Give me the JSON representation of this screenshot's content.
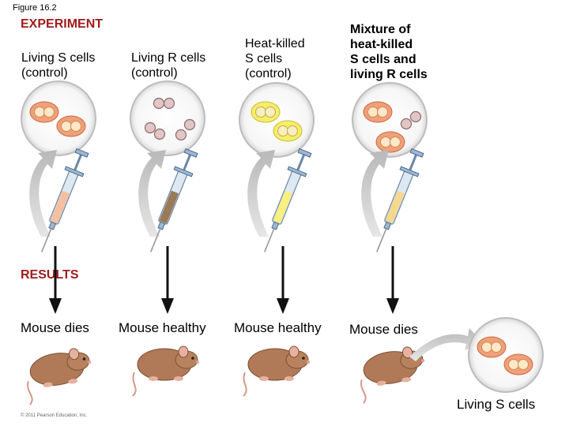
{
  "figure_label": "Figure 16.2",
  "experiment_heading": "EXPERIMENT",
  "results_heading": "RESULTS",
  "columns": [
    {
      "label_lines": [
        "Living S cells",
        "(control)"
      ],
      "result": "Mouse dies"
    },
    {
      "label_lines": [
        "Living R cells",
        "(control)"
      ],
      "result": "Mouse healthy"
    },
    {
      "label_lines": [
        "Heat-killed",
        "S cells",
        "(control)"
      ],
      "result": "Mouse healthy"
    },
    {
      "label_lines": [
        "Mixture of",
        "heat-killed",
        "S cells and",
        "living R cells"
      ],
      "result": "Mouse dies"
    }
  ],
  "outcome_label": "Living S cells",
  "copyright": "© 2011 Pearson Education, Inc.",
  "colors": {
    "section_heading": "#a01c1c",
    "living_s_cell": "#f0a07a",
    "r_cell": "#d8b8b8",
    "heat_killed_s_cell": "#f4ee6a",
    "arrow_gray": "#c8c8c8",
    "syringe_fill_1": "#f4c0a0",
    "syringe_fill_2": "#9a7a58",
    "syringe_fill_3": "#f8f080",
    "syringe_fill_4": "#f4d890",
    "mouse_body": "#b07a58"
  }
}
